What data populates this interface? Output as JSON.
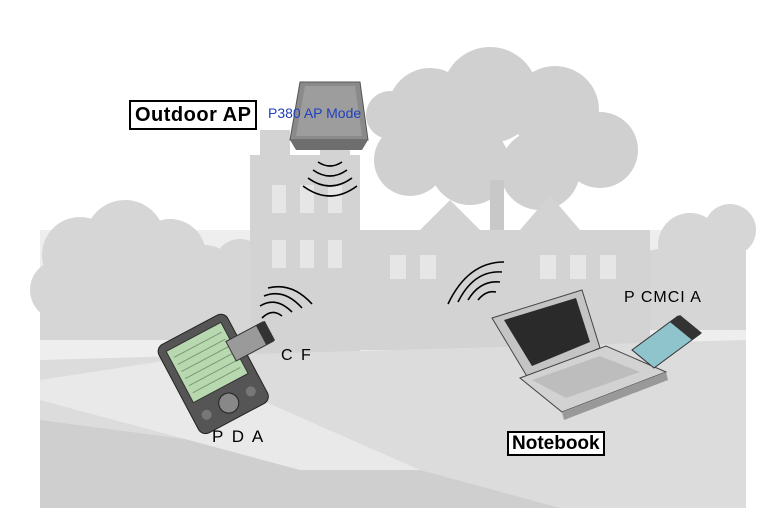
{
  "labels": {
    "outdoor_ap": "Outdoor AP",
    "ap_mode": "P380 AP Mode",
    "cf": "C F",
    "pcmcia": "P CMCI A",
    "pda": "P D A",
    "notebook": "Notebook"
  },
  "colors": {
    "background_scene": "#d9d9d9",
    "road": "#e8e8e8",
    "ap_mode_text": "#1f3fbf",
    "waves": "#000000"
  },
  "icons": {
    "outdoor_ap": "outdoor-access-point-icon",
    "pda": "pda-device-icon",
    "notebook": "notebook-laptop-icon",
    "pcmcia": "pcmcia-card-icon",
    "cf": "compact-flash-card-icon"
  }
}
